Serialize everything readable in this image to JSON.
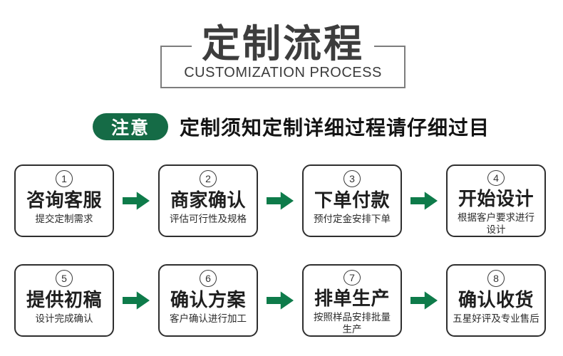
{
  "header": {
    "title": "定制流程",
    "subtitle": "CUSTOMIZATION PROCESS"
  },
  "notice": {
    "badge": "注意",
    "text": "定制须知定制详细过程请仔细过目"
  },
  "colors": {
    "badge_green": "#156b46",
    "arrow_green": "#0e7b4a",
    "frame_gray": "#7d7d7d"
  },
  "steps": [
    {
      "num": "1",
      "title": "咨询客服",
      "desc": "提交定制需求"
    },
    {
      "num": "2",
      "title": "商家确认",
      "desc": "评估可行性及规格"
    },
    {
      "num": "3",
      "title": "下单付款",
      "desc": "预付定金安排下单"
    },
    {
      "num": "4",
      "title": "开始设计",
      "desc": "根据客户要求进行\n设计"
    },
    {
      "num": "5",
      "title": "提供初稿",
      "desc": "设计完成确认"
    },
    {
      "num": "6",
      "title": "确认方案",
      "desc": "客户确认进行加工"
    },
    {
      "num": "7",
      "title": "排单生产",
      "desc": "按照样品安排批量\n生产"
    },
    {
      "num": "8",
      "title": "确认收货",
      "desc": "五星好评及专业售后"
    }
  ]
}
